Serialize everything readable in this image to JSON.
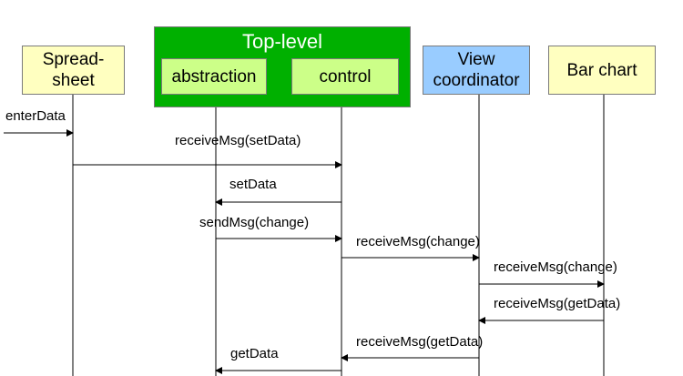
{
  "colors": {
    "top_level_fill": "#00b000",
    "component_fill": "#ccff88",
    "spreadsheet_fill": "#ffffc0",
    "view_coordinator_fill": "#99ccff",
    "bar_chart_fill": "#ffffc0",
    "line": "#000000"
  },
  "objects": {
    "spreadsheet": "Spread-\nsheet",
    "top_level": "Top-level",
    "abstraction": "abstraction",
    "control": "control",
    "view_coordinator": "View\ncoordinator",
    "bar_chart": "Bar chart"
  },
  "messages": [
    {
      "label": "enterData",
      "from": "external",
      "to": "spreadsheet"
    },
    {
      "label": "receiveMsg(setData)",
      "from": "spreadsheet",
      "to": "control"
    },
    {
      "label": "setData",
      "from": "control",
      "to": "abstraction"
    },
    {
      "label": "sendMsg(change)",
      "from": "abstraction",
      "to": "control"
    },
    {
      "label": "receiveMsg(change)",
      "from": "control",
      "to": "view_coordinator"
    },
    {
      "label": "receiveMsg(change)",
      "from": "view_coordinator",
      "to": "bar_chart"
    },
    {
      "label": "receiveMsg(getData)",
      "from": "bar_chart",
      "to": "view_coordinator"
    },
    {
      "label": "receiveMsg(getData)",
      "from": "view_coordinator",
      "to": "control"
    },
    {
      "label": "getData",
      "from": "control",
      "to": "abstraction"
    }
  ]
}
